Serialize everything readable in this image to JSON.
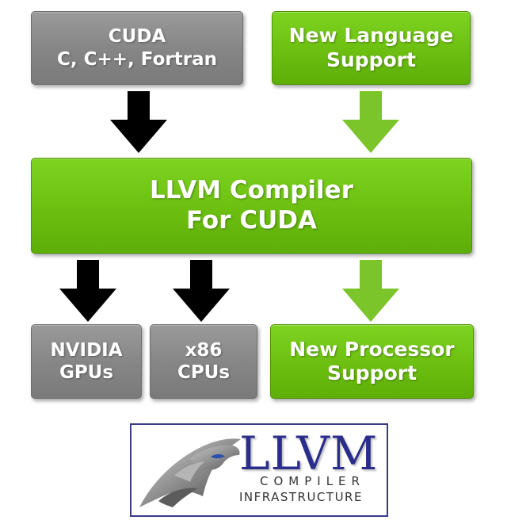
{
  "boxes": {
    "cuda": {
      "line1": "CUDA",
      "line2": "C, C++, Fortran"
    },
    "new_language": {
      "line1": "New Language",
      "line2": "Support"
    },
    "llvm_compiler": {
      "line1": "LLVM Compiler",
      "line2": "For CUDA"
    },
    "nvidia": {
      "line1": "NVIDIA",
      "line2": "GPUs"
    },
    "x86": {
      "line1": "x86",
      "line2": "CPUs"
    },
    "new_processor": {
      "line1": "New Processor",
      "line2": "Support"
    }
  },
  "logo": {
    "word": "LLVM",
    "line1": "COMPILER",
    "line2": "INFRASTRUCTURE"
  },
  "colors": {
    "gray_box": "#858585",
    "green_box": "#6cbf10",
    "black_arrow": "#000000",
    "green_arrow": "#7bc42a",
    "logo_blue": "#2b2d8c"
  }
}
